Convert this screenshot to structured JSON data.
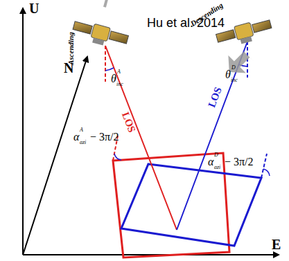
{
  "diagram": {
    "labels": [
      "U",
      "N",
      "E",
      "Hu et al. 2014",
      "Ascending",
      "Descending",
      "LOS",
      "LOS",
      "θ",
      "inc",
      "A",
      "θ",
      "inc",
      "D",
      "α",
      "azi",
      "A",
      "− 3π/2",
      "α",
      "azi",
      "D",
      "− 3π/2"
    ]
  }
}
